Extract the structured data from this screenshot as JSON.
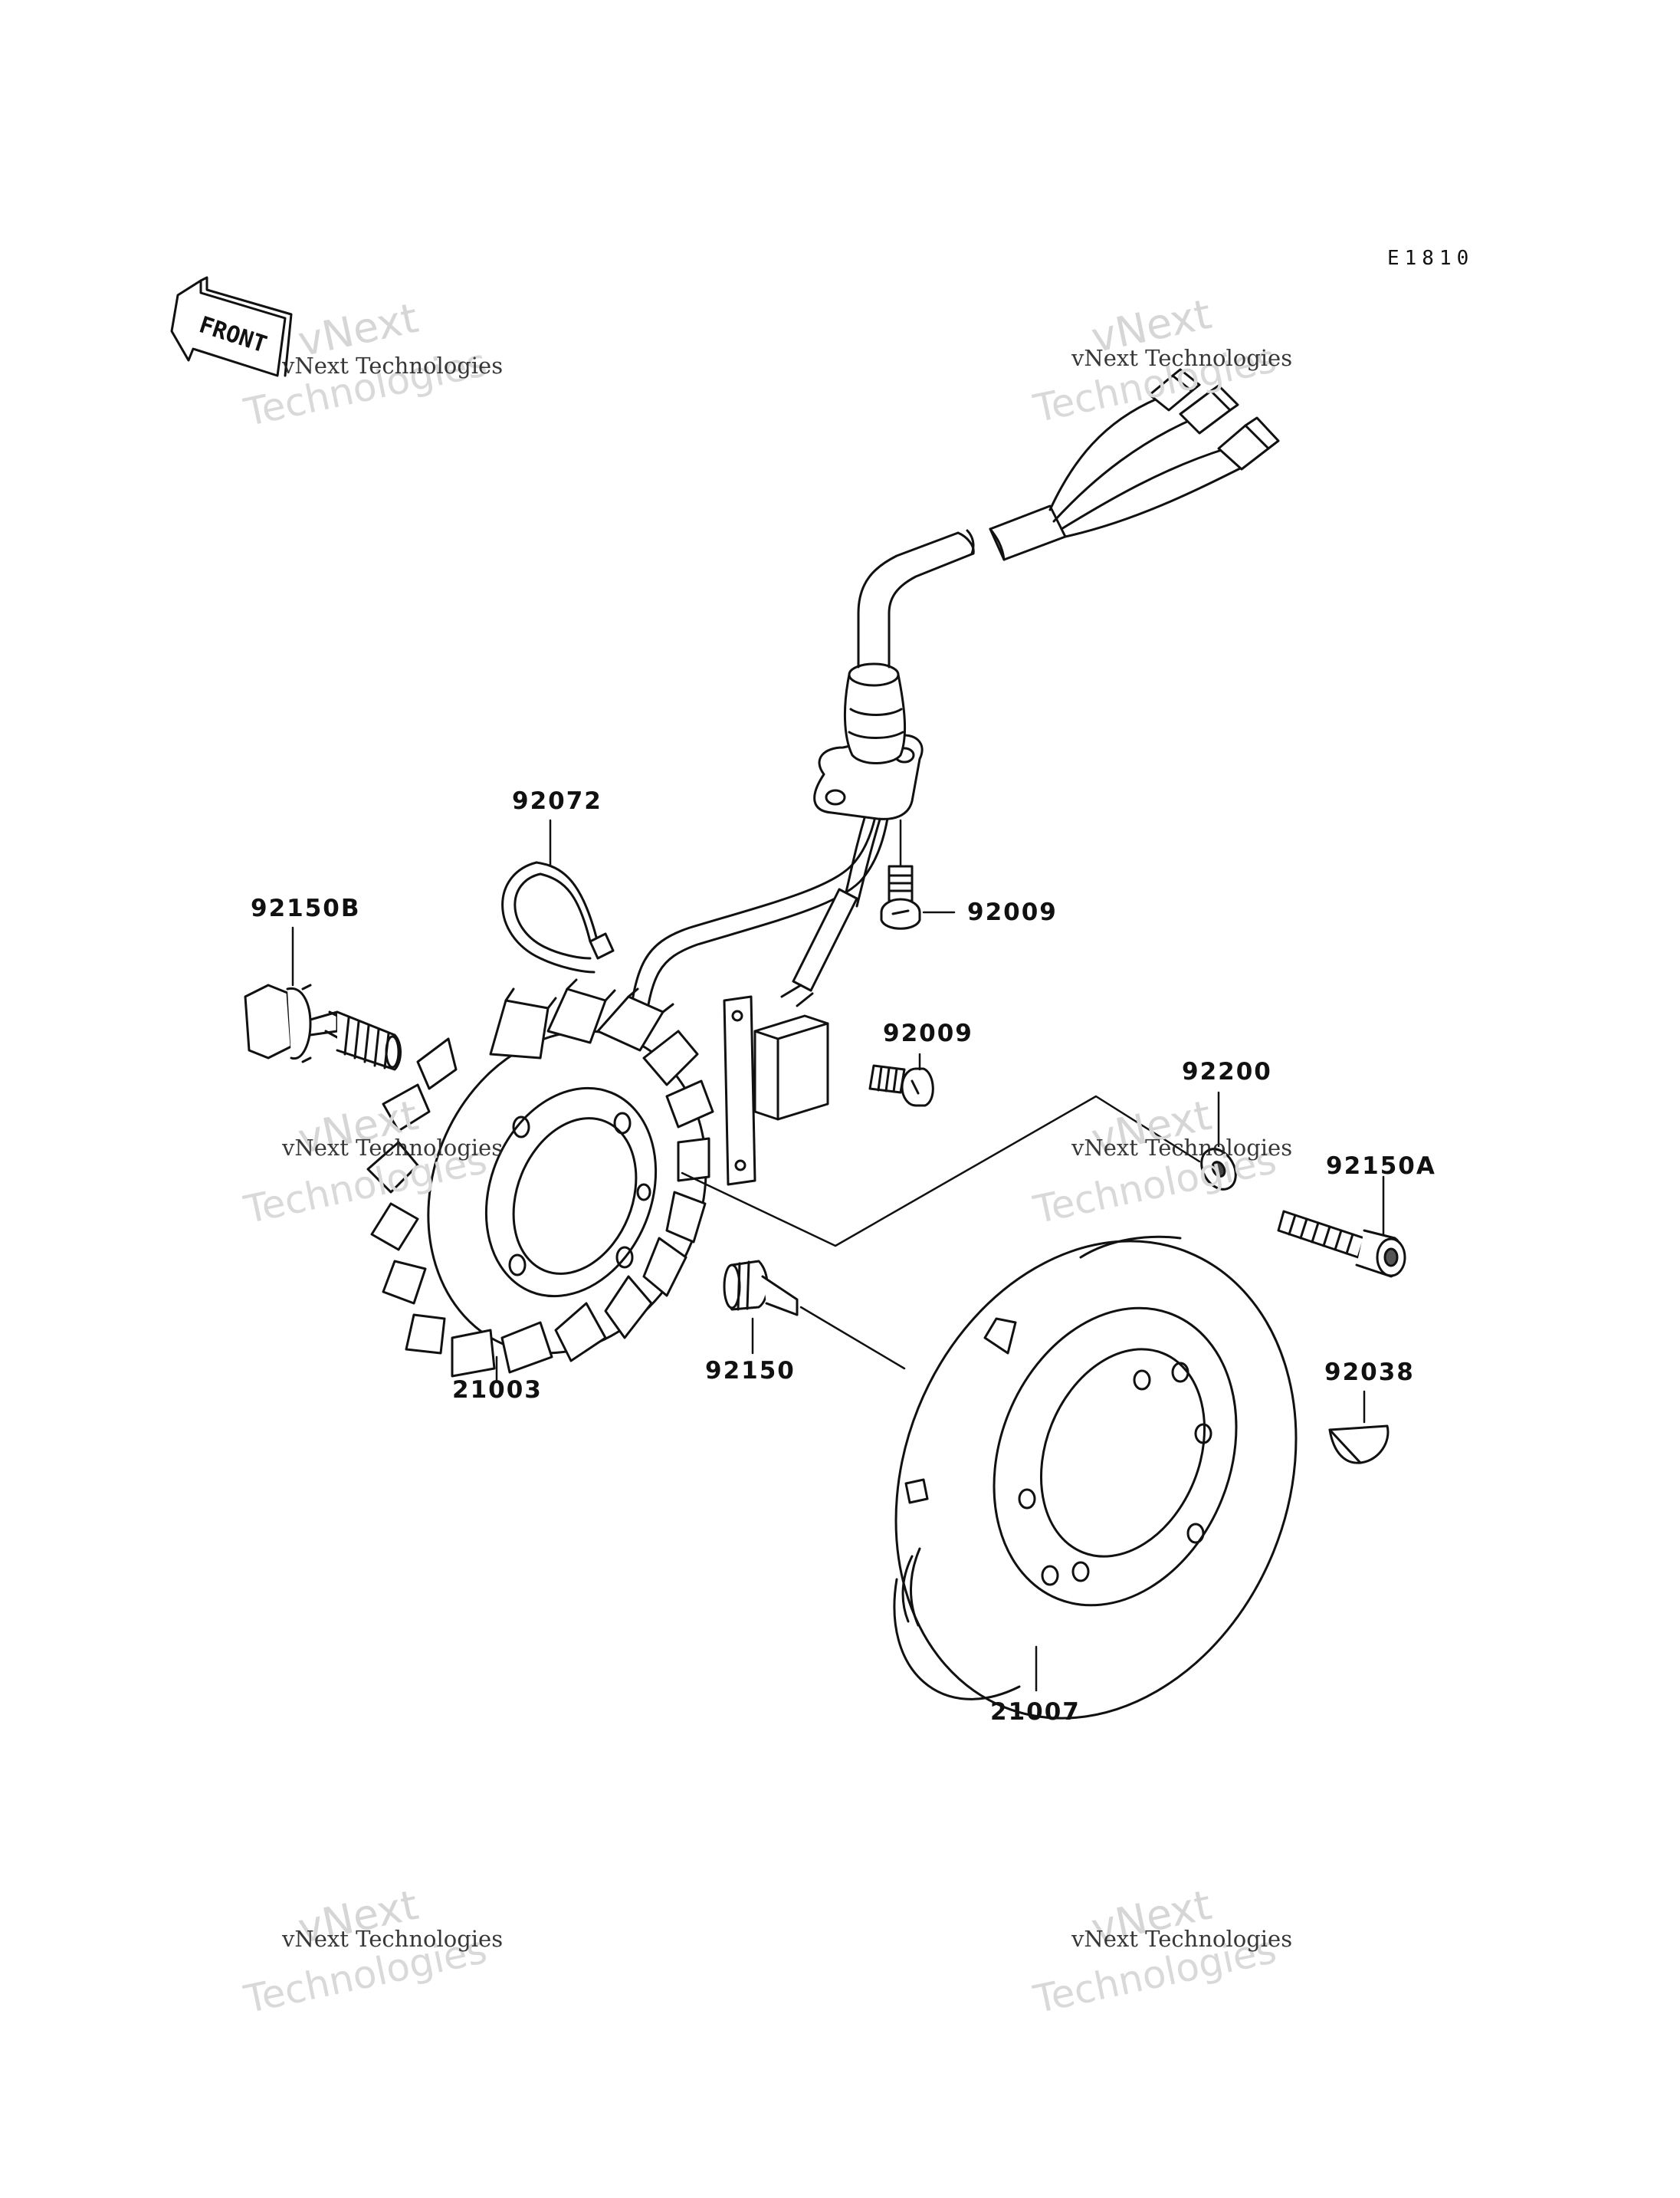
{
  "diagram_code": "E1810",
  "front_arrow_label": "FRONT",
  "parts": {
    "p92072": "92072",
    "p92150B": "92150B",
    "p92009a": "92009",
    "p92009b": "92009",
    "p92200": "92200",
    "p92150A": "92150A",
    "p21003": "21003",
    "p92150": "92150",
    "p92038": "92038",
    "p21007": "21007"
  },
  "watermark": {
    "company": "vNext Technologies",
    "word1": "vNext",
    "word2": "Technologies"
  }
}
